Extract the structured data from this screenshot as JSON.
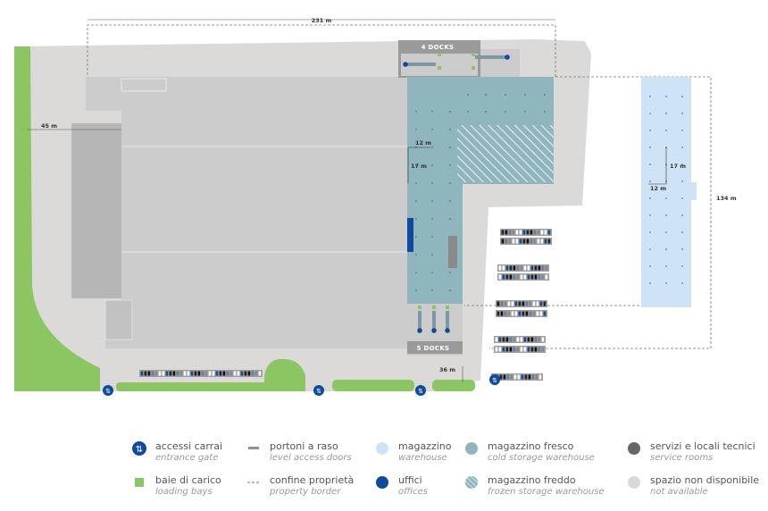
{
  "dimensions": {
    "width_total": "231 m",
    "depth_left": "45 m",
    "depth_right": "134 m",
    "width_bottom": "36 m",
    "bay_w_main": "12 m",
    "bay_d_main": "17 m",
    "bay_w_right": "12 m",
    "bay_d_right": "17 m"
  },
  "docks": {
    "top": "4 DOCKS",
    "bottom": "5 DOCKS"
  },
  "colors": {
    "site": "#dcdad8",
    "building": "#cccccc",
    "building_roof": "#d9d9d9",
    "green": "#8bc663",
    "cold": "#8fb5bd",
    "warehouse": "#cfe3f7",
    "offices": "#0d4c9c",
    "service": "#666666",
    "not_available": "#d9d9d9"
  },
  "legend": [
    {
      "key": "gate",
      "it": "accessi carrai",
      "en": "entrance gate",
      "icon": "entrance-gate-icon"
    },
    {
      "key": "doors",
      "it": "portoni a raso",
      "en": "level access doors",
      "icon": "level-door-icon"
    },
    {
      "key": "warehouse",
      "it": "magazzino",
      "en": "warehouse",
      "icon": "warehouse-dot-icon"
    },
    {
      "key": "cold",
      "it": "magazzino fresco",
      "en": "cold storage warehouse",
      "icon": "cold-storage-dot-icon"
    },
    {
      "key": "service",
      "it": "servizi e locali tecnici",
      "en": "service rooms",
      "icon": "service-rooms-dot-icon"
    },
    {
      "key": "bays",
      "it": "baie di carico",
      "en": "loading bays",
      "icon": "loading-bay-square-icon"
    },
    {
      "key": "border",
      "it": "confine proprietà",
      "en": "property border",
      "icon": "property-border-dash-icon"
    },
    {
      "key": "offices",
      "it": "uffici",
      "en": "offices",
      "icon": "offices-dot-icon"
    },
    {
      "key": "frozen",
      "it": "magazzino freddo",
      "en": "frozen storage warehouse",
      "icon": "frozen-storage-hatch-icon"
    },
    {
      "key": "na",
      "it": "spazio non disponibile",
      "en": "not available",
      "icon": "not-available-dot-icon"
    }
  ]
}
